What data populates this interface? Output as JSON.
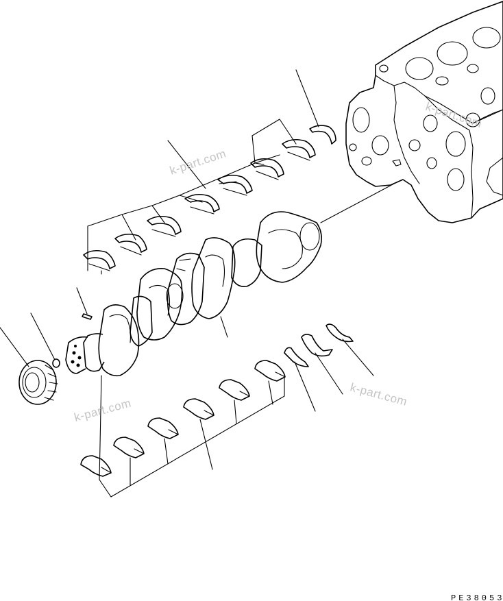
{
  "drawing_code": "PE38053",
  "watermarks": [
    "k-part.com",
    "k-part.com",
    "k-part.com",
    "k-part.com"
  ]
}
